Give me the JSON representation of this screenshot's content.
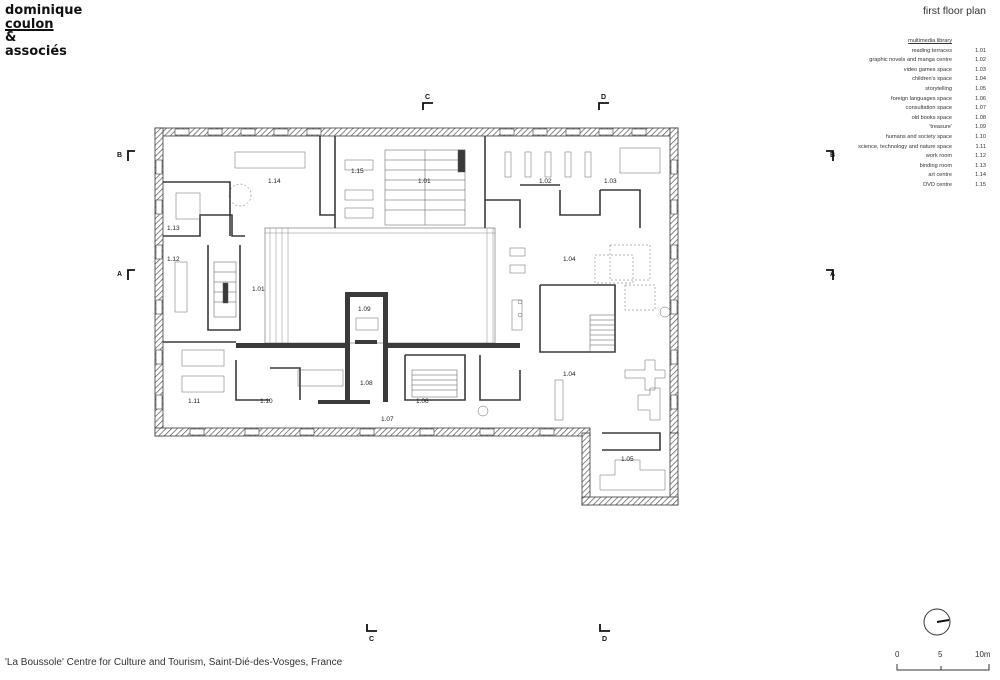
{
  "brand": {
    "lines": [
      "dominique",
      "coulon",
      "&",
      "associés"
    ]
  },
  "title": "first floor plan",
  "legend": {
    "heading": "multimedia library",
    "rows": [
      {
        "name": "reading terraces",
        "code": "1.01"
      },
      {
        "name": "graphic novels and manga centre",
        "code": "1.02"
      },
      {
        "name": "video games space",
        "code": "1.03"
      },
      {
        "name": "children's space",
        "code": "1.04"
      },
      {
        "name": "storytelling",
        "code": "1.05"
      },
      {
        "name": "foreign languages space",
        "code": "1.06"
      },
      {
        "name": "consultation space",
        "code": "1.07"
      },
      {
        "name": "old books space",
        "code": "1.08"
      },
      {
        "name": "'treasure'",
        "code": "1.09"
      },
      {
        "name": "humans and society space",
        "code": "1.10"
      },
      {
        "name": "science, technology and nature space",
        "code": "1.11"
      },
      {
        "name": "work room",
        "code": "1.12"
      },
      {
        "name": "binding room",
        "code": "1.13"
      },
      {
        "name": "art centre",
        "code": "1.14"
      },
      {
        "name": "DVD centre",
        "code": "1.15"
      }
    ]
  },
  "plan": {
    "room_labels": [
      "1.14",
      "1.15",
      "1.01",
      "1.02",
      "1.03",
      "1.13",
      "1.12",
      "1.01",
      "1.04",
      "1.09",
      "1.08",
      "1.06",
      "1.04",
      "1.11",
      "1.10",
      "1.07",
      "1.05"
    ],
    "section_markers": [
      "B",
      "B",
      "A",
      "A",
      "C",
      "C",
      "D",
      "D"
    ]
  },
  "caption": "'La Boussole' Centre for Culture and Tourism, Saint-Dié-des-Vosges, France",
  "scale_bar": {
    "labels": [
      "0",
      "5",
      "10m"
    ]
  },
  "colors": {
    "ink": "#222222",
    "wall": "#3a3a3a",
    "hatch": "#555555",
    "background": "#ffffff"
  }
}
